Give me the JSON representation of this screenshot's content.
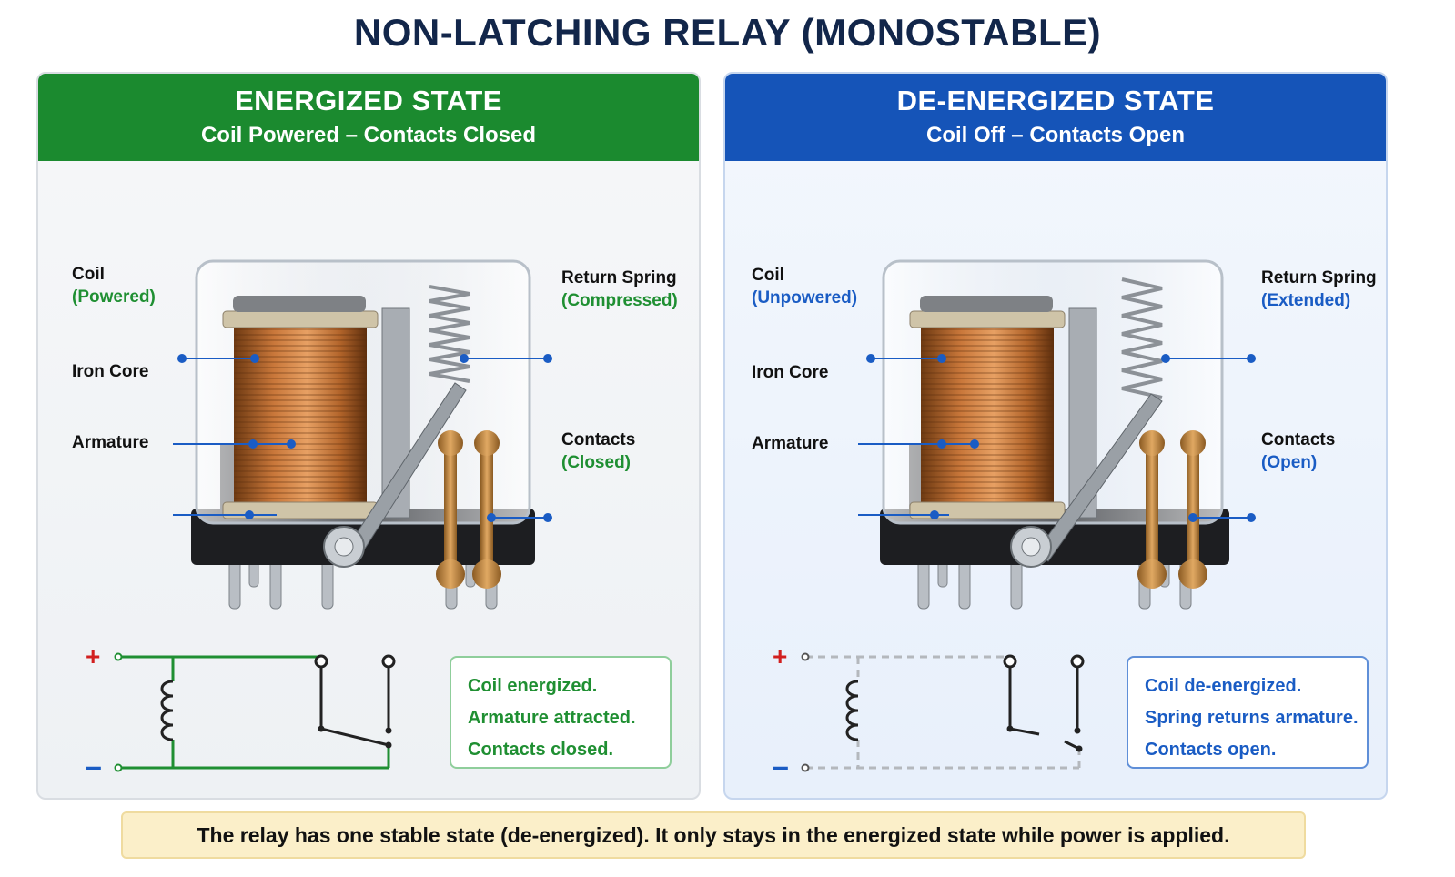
{
  "title": "NON-LATCHING RELAY (MONOSTABLE)",
  "panels": {
    "energized": {
      "header_title": "ENERGIZED STATE",
      "header_subtitle": "Coil Powered – Contacts Closed",
      "labels": {
        "coil": "Coil",
        "coil_state": "(Powered)",
        "iron_core": "Iron Core",
        "armature": "Armature",
        "spring": "Return Spring",
        "spring_state": "(Compressed)",
        "contacts": "Contacts",
        "contacts_state": "(Closed)"
      },
      "schematic": {
        "plus": "+",
        "minus": "–"
      },
      "state_lines": [
        "Coil energized.",
        "Armature attracted.",
        "Contacts closed."
      ]
    },
    "deenergized": {
      "header_title": "DE-ENERGIZED STATE",
      "header_subtitle": "Coil Off – Contacts Open",
      "labels": {
        "coil": "Coil",
        "coil_state": "(Unpowered)",
        "iron_core": "Iron Core",
        "armature": "Armature",
        "spring": "Return Spring",
        "spring_state": "(Extended)",
        "contacts": "Contacts",
        "contacts_state": "(Open)"
      },
      "schematic": {
        "plus": "+",
        "minus": "–"
      },
      "state_lines": [
        "Coil de-energized.",
        "Spring returns armature.",
        "Contacts open."
      ]
    }
  },
  "footer": "The relay has one stable state (de-energized). It only stays in the energized state while power is applied.",
  "colors": {
    "title": "#12264a",
    "energized_header": "#1b8a2f",
    "deenergized_header": "#1554b8",
    "leader_line": "#1a5cc4",
    "footer_bg": "#fbefc9"
  }
}
